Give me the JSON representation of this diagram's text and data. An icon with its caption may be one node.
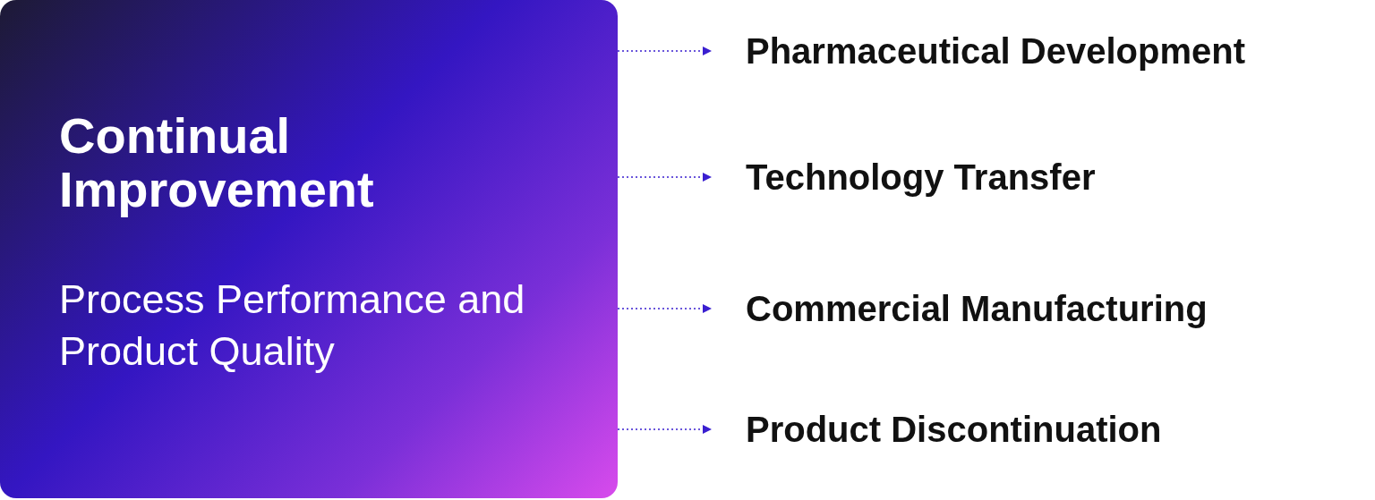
{
  "diagram": {
    "nodes": [
      {
        "text": [
          "Continual Improvement",
          "Process Performance and Product Quality"
        ]
      },
      {
        "text": [
          "Pharmaceutical Development"
        ]
      },
      {
        "text": [
          "Technology Transfer"
        ]
      },
      {
        "text": [
          "Commercial Manufacturing"
        ]
      },
      {
        "text": [
          "Product Discontinuation"
        ]
      }
    ],
    "edges": [
      {
        "from": 0,
        "to": 1,
        "arrow": "to",
        "style": "dashed"
      },
      {
        "from": 0,
        "to": 2,
        "arrow": "to",
        "style": "dashed"
      },
      {
        "from": 0,
        "to": 3,
        "arrow": "to",
        "style": "dashed"
      },
      {
        "from": 0,
        "to": 4,
        "arrow": "to",
        "style": "dashed"
      }
    ]
  }
}
